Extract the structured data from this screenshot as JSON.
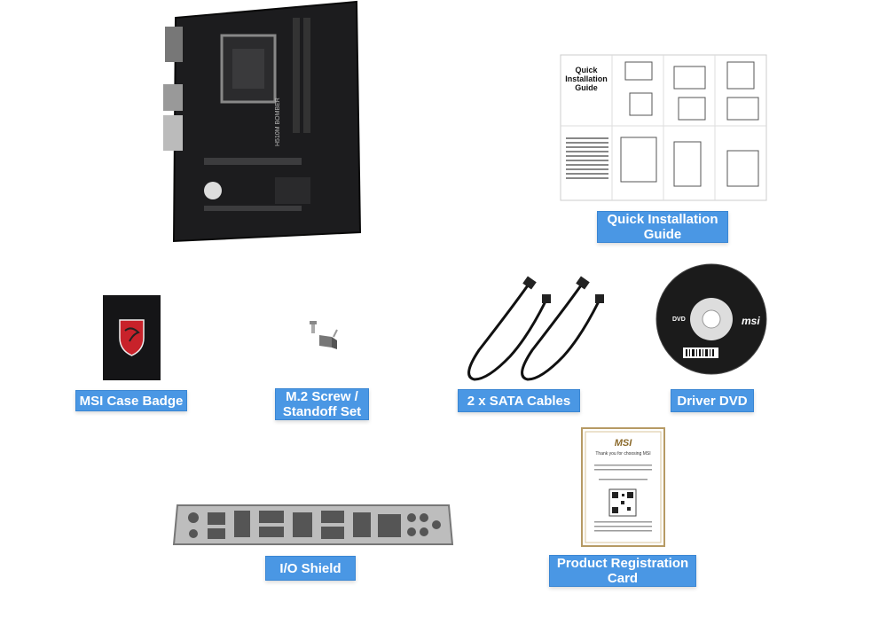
{
  "items": {
    "guide": {
      "label": "Quick Installation\nGuide",
      "cover_text": "Quick\nInstallation\nGuide"
    },
    "badge": {
      "label": "MSI Case Badge"
    },
    "screw": {
      "label": "M.2 Screw /\nStandoff Set"
    },
    "sata": {
      "label": "2 x SATA Cables"
    },
    "dvd": {
      "label": "Driver DVD",
      "brand": "msi",
      "dvd_logo": "DVD"
    },
    "shield": {
      "label": "I/O Shield"
    },
    "card": {
      "label": "Product Registration\nCard",
      "brand": "MSI",
      "thanks": "Thank you for choosing MSI"
    }
  },
  "motherboard": {
    "model": "H510M BOMBER"
  },
  "colors": {
    "label_bg": "#4a97e4",
    "board": "#1c1c1e",
    "badge_red": "#c8222a"
  }
}
